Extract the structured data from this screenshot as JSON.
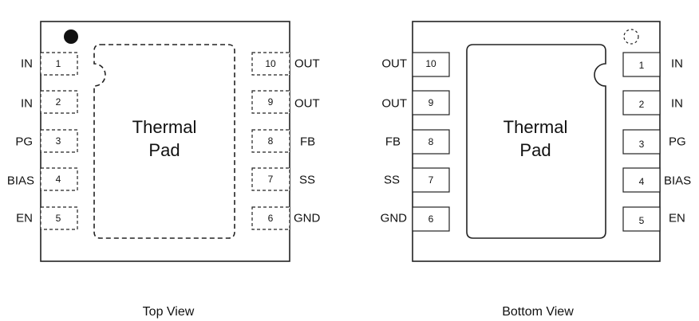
{
  "thermal_pad": {
    "line1": "Thermal",
    "line2": "Pad"
  },
  "top_view": {
    "caption": "Top View",
    "left_pins": [
      {
        "number": "1",
        "label": "IN"
      },
      {
        "number": "2",
        "label": "IN"
      },
      {
        "number": "3",
        "label": "PG"
      },
      {
        "number": "4",
        "label": "BIAS"
      },
      {
        "number": "5",
        "label": "EN"
      }
    ],
    "right_pins": [
      {
        "number": "10",
        "label": "OUT"
      },
      {
        "number": "9",
        "label": "OUT"
      },
      {
        "number": "8",
        "label": "FB"
      },
      {
        "number": "7",
        "label": "SS"
      },
      {
        "number": "6",
        "label": "GND"
      }
    ]
  },
  "bottom_view": {
    "caption": "Bottom View",
    "left_pins": [
      {
        "number": "10",
        "label": "OUT"
      },
      {
        "number": "9",
        "label": "OUT"
      },
      {
        "number": "8",
        "label": "FB"
      },
      {
        "number": "7",
        "label": "SS"
      },
      {
        "number": "6",
        "label": "GND"
      }
    ],
    "right_pins": [
      {
        "number": "1",
        "label": "IN"
      },
      {
        "number": "2",
        "label": "IN"
      },
      {
        "number": "3",
        "label": "PG"
      },
      {
        "number": "4",
        "label": "BIAS"
      },
      {
        "number": "5",
        "label": "EN"
      }
    ]
  }
}
